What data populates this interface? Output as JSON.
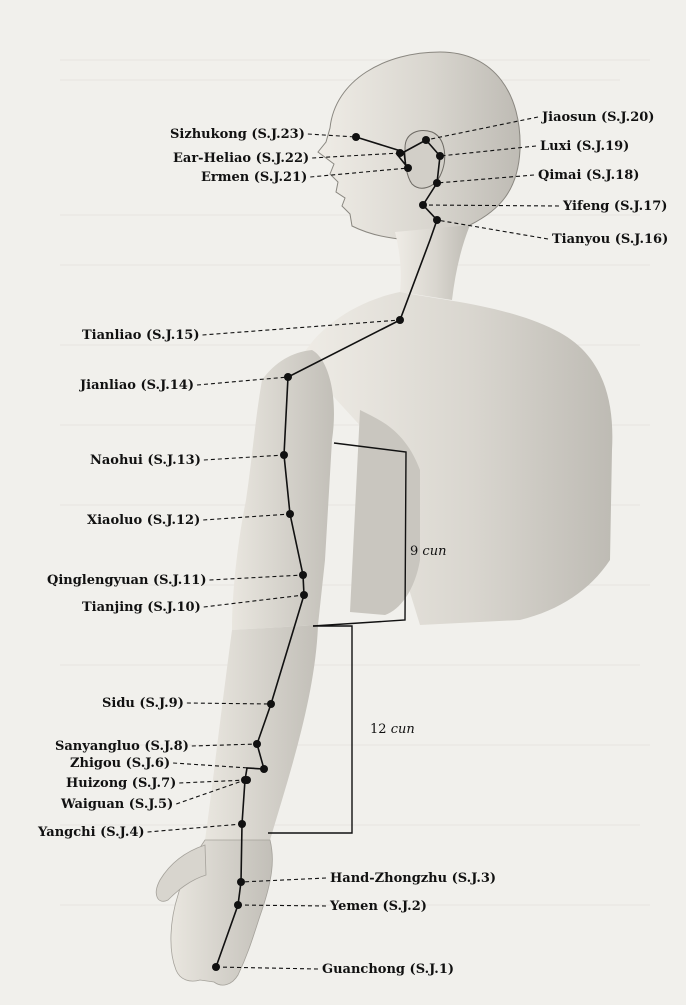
{
  "points": [
    {
      "id": "sj1",
      "name": "Guanchong",
      "code": "(S.J.1)"
    },
    {
      "id": "sj2",
      "name": "Yemen",
      "code": "(S.J.2)"
    },
    {
      "id": "sj3",
      "name": "Hand-Zhongzhu",
      "code": "(S.J.3)"
    },
    {
      "id": "sj4",
      "name": "Yangchi",
      "code": "(S.J.4)"
    },
    {
      "id": "sj5",
      "name": "Waiguan",
      "code": "(S.J.5)"
    },
    {
      "id": "sj6",
      "name": "Zhigou",
      "code": "(S.J.6)"
    },
    {
      "id": "sj7",
      "name": "Huizong",
      "code": "(S.J.7)"
    },
    {
      "id": "sj8",
      "name": "Sanyangluo",
      "code": "(S.J.8)"
    },
    {
      "id": "sj9",
      "name": "Sidu",
      "code": "(S.J.9)"
    },
    {
      "id": "sj10",
      "name": "Tianjing",
      "code": "(S.J.10)"
    },
    {
      "id": "sj11",
      "name": "Qinglengyuan",
      "code": "(S.J.11)"
    },
    {
      "id": "sj12",
      "name": "Xiaoluo",
      "code": "(S.J.12)"
    },
    {
      "id": "sj13",
      "name": "Naohui",
      "code": "(S.J.13)"
    },
    {
      "id": "sj14",
      "name": "Jianliao",
      "code": "(S.J.14)"
    },
    {
      "id": "sj15",
      "name": "Tianliao",
      "code": "(S.J.15)"
    },
    {
      "id": "sj16",
      "name": "Tianyou",
      "code": "(S.J.16)"
    },
    {
      "id": "sj17",
      "name": "Yifeng",
      "code": "(S.J.17)"
    },
    {
      "id": "sj18",
      "name": "Qimai",
      "code": "(S.J.18)"
    },
    {
      "id": "sj19",
      "name": "Luxi",
      "code": "(S.J.19)"
    },
    {
      "id": "sj20",
      "name": "Jiaosun",
      "code": "(S.J.20)"
    },
    {
      "id": "sj21",
      "name": "Ermen",
      "code": "(S.J.21)"
    },
    {
      "id": "sj22",
      "name": "Ear-Heliao",
      "code": "(S.J.22)"
    },
    {
      "id": "sj23",
      "name": "Sizhukong",
      "code": "(S.J.23)"
    }
  ],
  "measurements": {
    "upper_arm": {
      "value": "9",
      "unit": "cun"
    },
    "forearm": {
      "value": "12",
      "unit": "cun"
    }
  }
}
